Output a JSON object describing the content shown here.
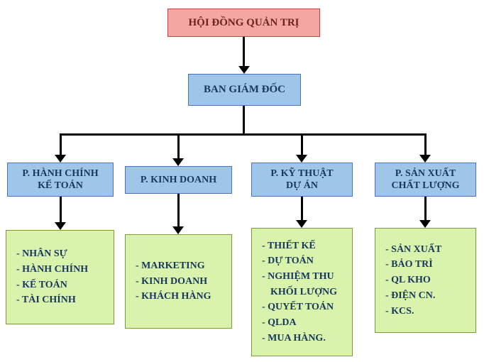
{
  "nodes": {
    "root": "HỘI ĐỒNG QUẢN TRỊ",
    "director": "BAN GIÁM ĐỐC"
  },
  "departments": [
    {
      "label": "P. HÀNH CHÍNH\nKẾ TOÁN",
      "items": [
        "- NHÂN SỰ",
        "- HÀNH CHÍNH",
        "- KẾ TOÁN",
        "- TÀI CHÍNH"
      ]
    },
    {
      "label": "P. KINH DOANH",
      "items": [
        "- MARKETING",
        "- KINH DOANH",
        "- KHÁCH HÀNG"
      ]
    },
    {
      "label": "P. KỸ THUẬT\nDỰ ÁN",
      "items": [
        "- THIẾT KẾ",
        "- DỰ TOÁN",
        "- NGHIỆM THU KHỐI LƯỢNG",
        "- QUYẾT TOÁN",
        "- QLDA",
        "- MUA HÀNG."
      ]
    },
    {
      "label": "P. SẢN XUẤT\nCHẤT LƯỢNG",
      "items": [
        "- SẢN XUẤT",
        "- BẢO TRÌ",
        "- QL KHO",
        "- ĐIỆN CN.",
        "- KCS."
      ]
    }
  ],
  "colors": {
    "root_fill": "#F4A6A3",
    "root_border": "#BB4845",
    "root_text": "#6E2220",
    "dept_fill": "#9FC5E8",
    "dept_border": "#4875B4",
    "dept_text": "#17375E",
    "list_fill": "#D9F2AC",
    "list_border": "#7C9A3D",
    "list_text": "#17375E",
    "connector": "#000000"
  }
}
